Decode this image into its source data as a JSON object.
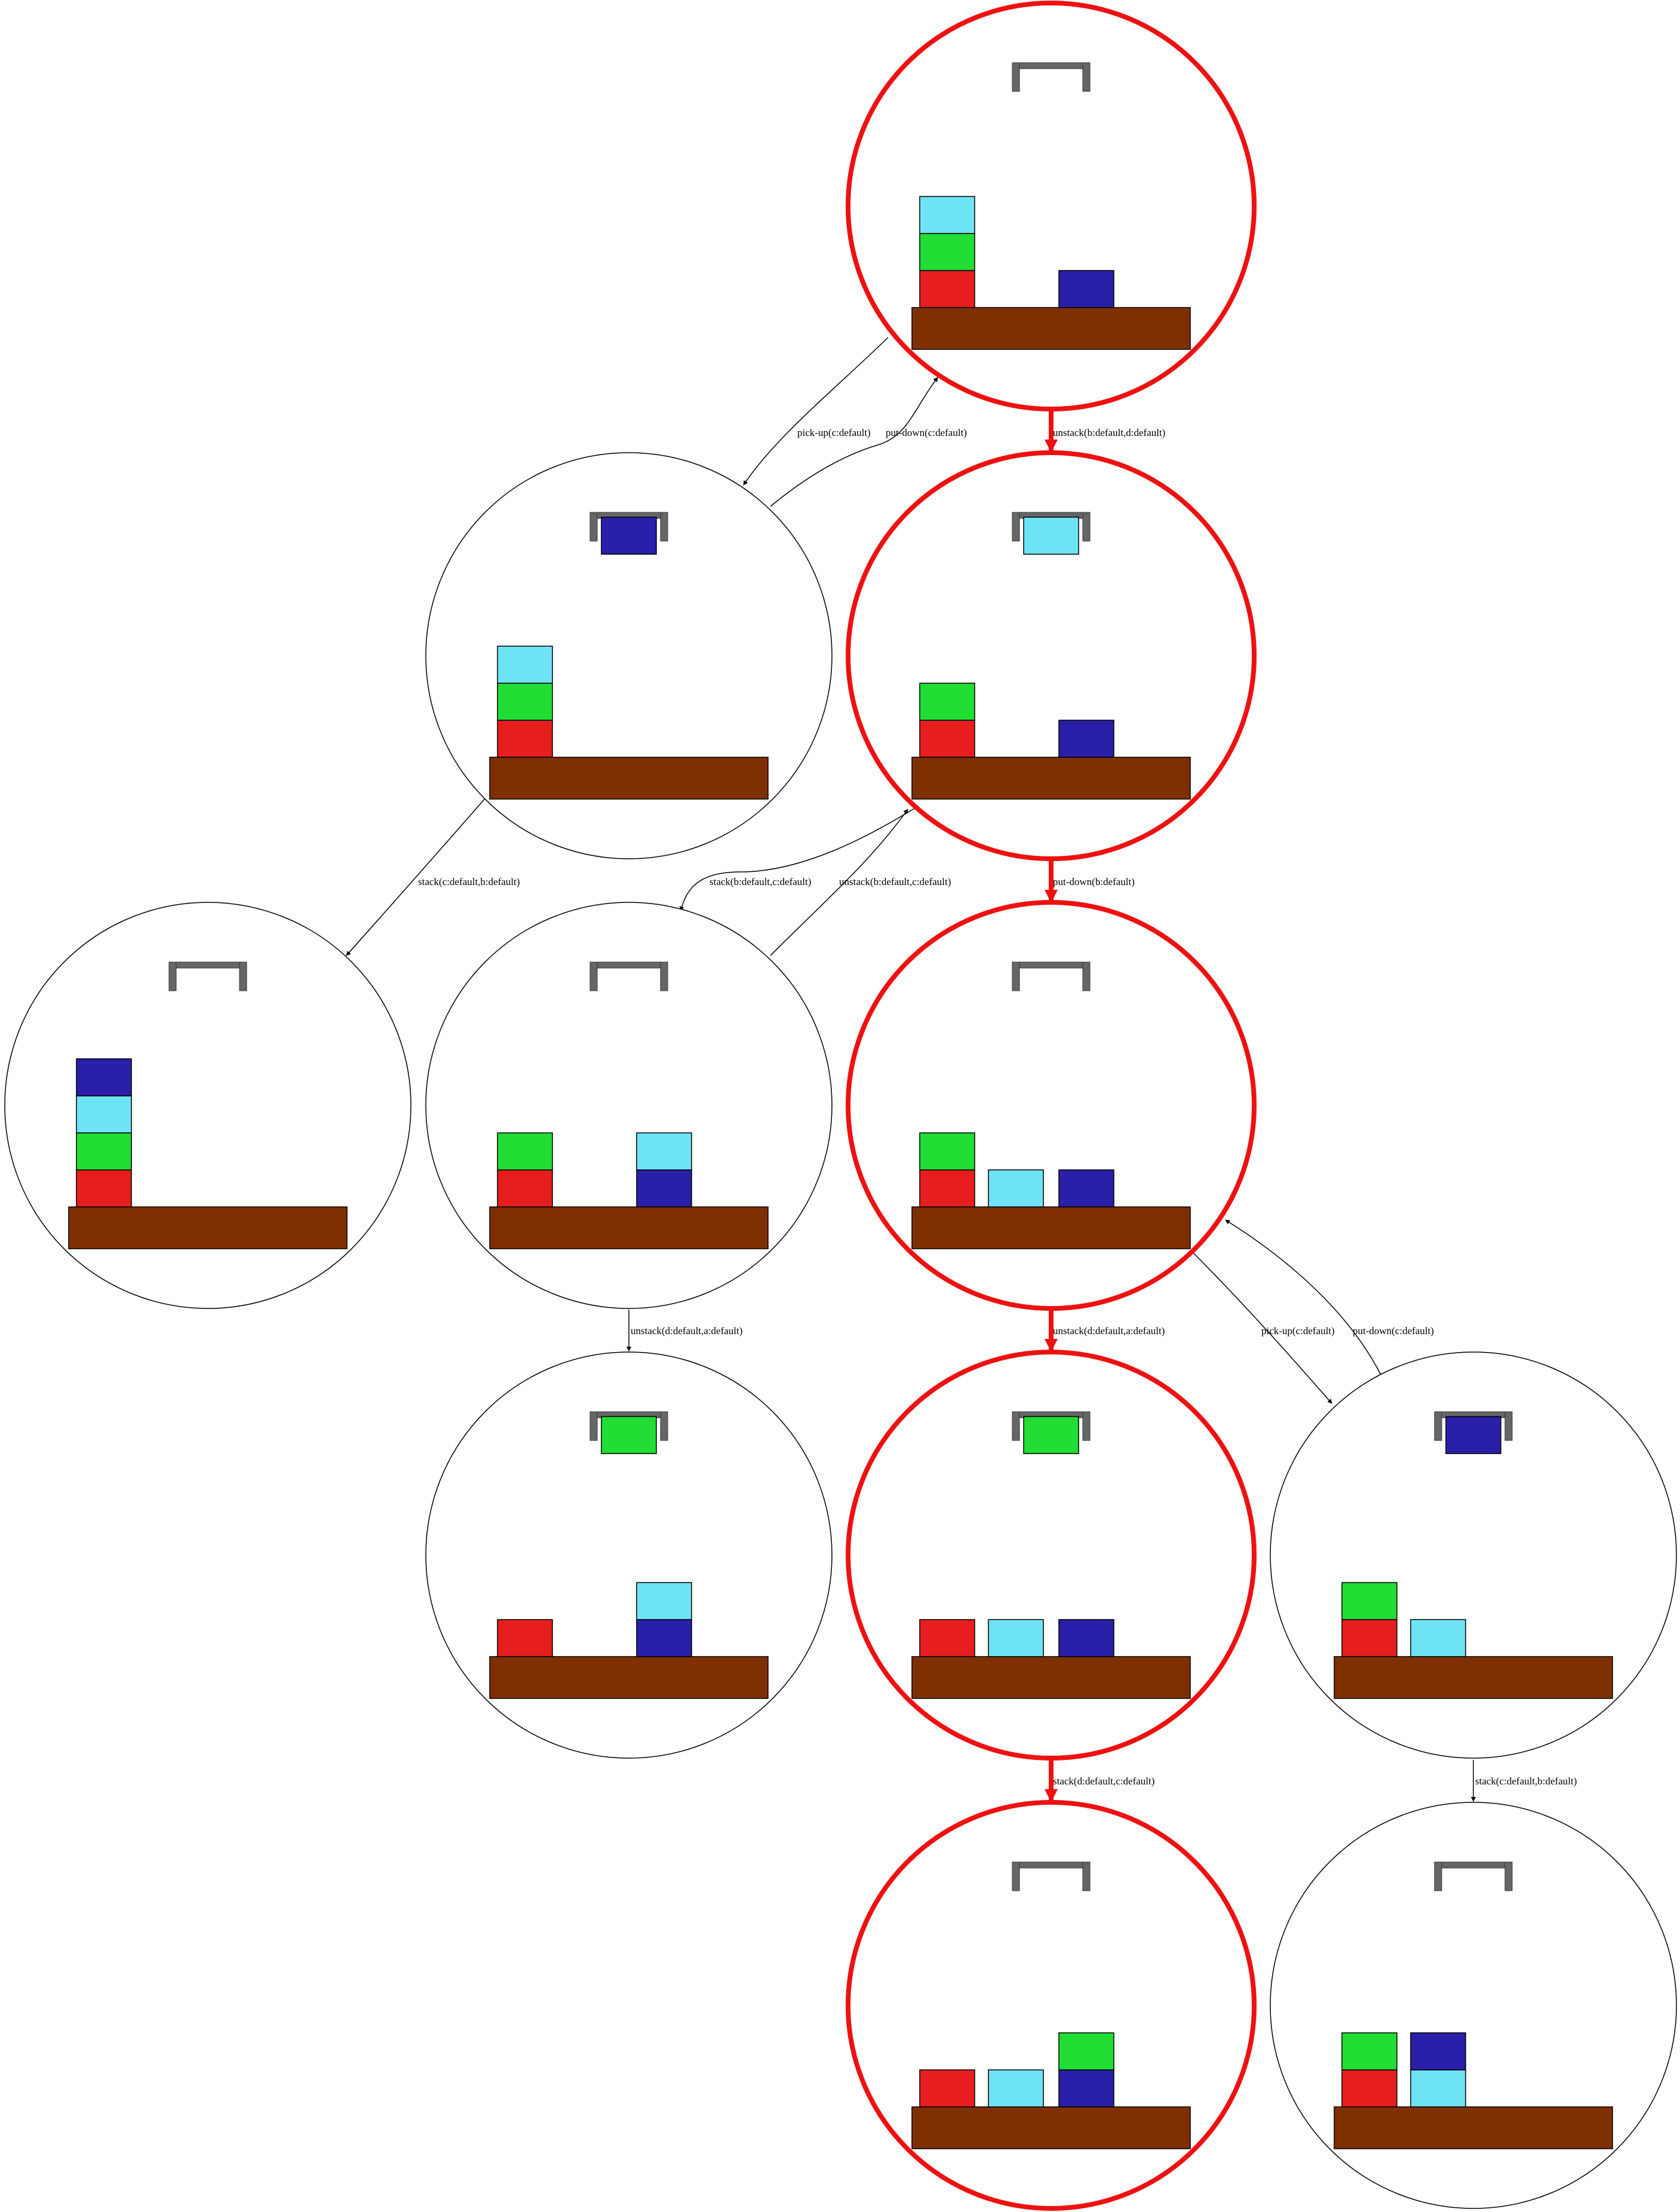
{
  "colors": {
    "table": "#7f3000",
    "gripper": "#666666",
    "highlight": "#ee1111",
    "normal_edge": "#000000",
    "blocks": {
      "red": "#e61e1e",
      "green": "#22dd33",
      "cyan": "#6ee3f5",
      "navy": "#2a1fa8"
    }
  },
  "states": [
    {
      "id": "s0",
      "highlight": true,
      "held": null,
      "stacks": [
        [
          "red",
          "green",
          "cyan"
        ],
        null,
        [
          "navy"
        ],
        null
      ]
    },
    {
      "id": "s1",
      "highlight": false,
      "held": "navy",
      "stacks": [
        [
          "red",
          "green",
          "cyan"
        ],
        null,
        null,
        null
      ]
    },
    {
      "id": "s2",
      "highlight": true,
      "held": "cyan",
      "stacks": [
        [
          "red",
          "green"
        ],
        null,
        [
          "navy"
        ],
        null
      ]
    },
    {
      "id": "s3",
      "highlight": false,
      "held": null,
      "stacks": [
        [
          "red",
          "green",
          "cyan",
          "navy"
        ],
        null,
        null,
        null
      ]
    },
    {
      "id": "s4",
      "highlight": false,
      "held": null,
      "stacks": [
        [
          "red",
          "green"
        ],
        null,
        [
          "navy",
          "cyan"
        ],
        null
      ]
    },
    {
      "id": "s5",
      "highlight": true,
      "held": null,
      "stacks": [
        [
          "red",
          "green"
        ],
        [
          "cyan"
        ],
        [
          "navy"
        ],
        null
      ]
    },
    {
      "id": "s6",
      "highlight": false,
      "held": "green",
      "stacks": [
        [
          "red"
        ],
        null,
        [
          "navy",
          "cyan"
        ],
        null
      ]
    },
    {
      "id": "s7",
      "highlight": true,
      "held": "green",
      "stacks": [
        [
          "red"
        ],
        [
          "cyan"
        ],
        [
          "navy"
        ],
        null
      ]
    },
    {
      "id": "s8",
      "highlight": false,
      "held": "navy",
      "stacks": [
        [
          "red",
          "green"
        ],
        [
          "cyan"
        ],
        null,
        null
      ]
    },
    {
      "id": "s9",
      "highlight": true,
      "held": null,
      "stacks": [
        [
          "red"
        ],
        [
          "cyan"
        ],
        [
          "navy",
          "green"
        ],
        null
      ]
    },
    {
      "id": "s10",
      "highlight": false,
      "held": null,
      "stacks": [
        [
          "red",
          "green"
        ],
        [
          "cyan",
          "navy"
        ],
        null,
        null
      ]
    }
  ],
  "edges": [
    {
      "id": "e-s0-s1",
      "from": "s0",
      "to": "s1",
      "label": "pick-up(c:default)",
      "highlight": false
    },
    {
      "id": "e-s1-s0",
      "from": "s1",
      "to": "s0",
      "label": "put-down(c:default)",
      "highlight": false
    },
    {
      "id": "e-s0-s2",
      "from": "s0",
      "to": "s2",
      "label": "unstack(b:default,d:default)",
      "highlight": true
    },
    {
      "id": "e-s1-s3",
      "from": "s1",
      "to": "s3",
      "label": "stack(c:default,b:default)",
      "highlight": false
    },
    {
      "id": "e-s2-s4",
      "from": "s2",
      "to": "s4",
      "label": "stack(b:default,c:default)",
      "highlight": false
    },
    {
      "id": "e-s4-s2",
      "from": "s4",
      "to": "s2",
      "label": "unstack(b:default,c:default)",
      "highlight": false
    },
    {
      "id": "e-s2-s5",
      "from": "s2",
      "to": "s5",
      "label": "put-down(b:default)",
      "highlight": true
    },
    {
      "id": "e-s4-s6",
      "from": "s4",
      "to": "s6",
      "label": "unstack(d:default,a:default)",
      "highlight": false
    },
    {
      "id": "e-s5-s7",
      "from": "s5",
      "to": "s7",
      "label": "unstack(d:default,a:default)",
      "highlight": true
    },
    {
      "id": "e-s5-s8",
      "from": "s5",
      "to": "s8",
      "label": "pick-up(c:default)",
      "highlight": false
    },
    {
      "id": "e-s8-s5",
      "from": "s8",
      "to": "s5",
      "label": "put-down(c:default)",
      "highlight": false
    },
    {
      "id": "e-s7-s9",
      "from": "s7",
      "to": "s9",
      "label": "stack(d:default,c:default)",
      "highlight": true
    },
    {
      "id": "e-s8-s10",
      "from": "s8",
      "to": "s10",
      "label": "stack(c:default,b:default)",
      "highlight": false
    }
  ]
}
